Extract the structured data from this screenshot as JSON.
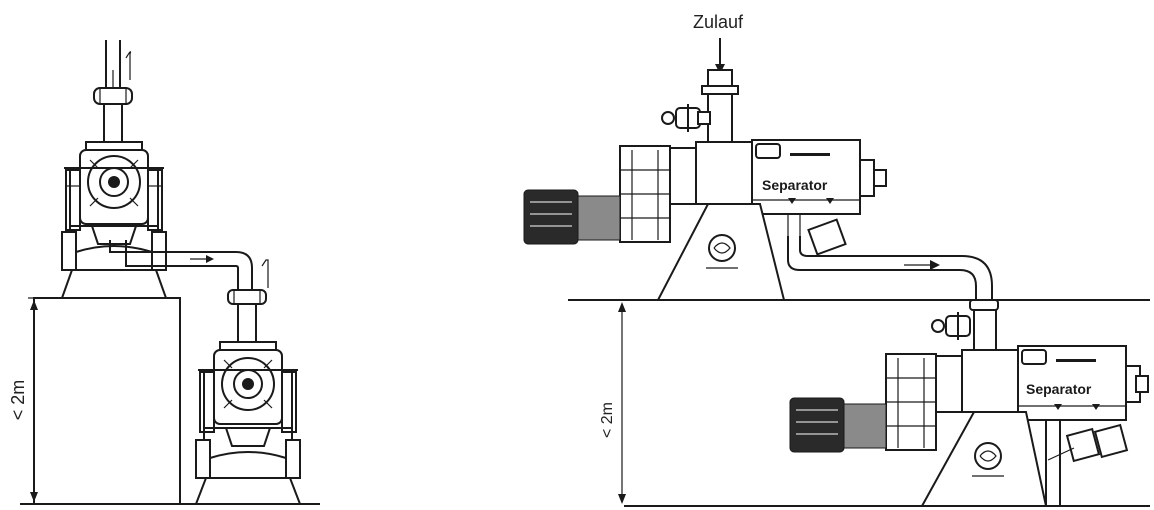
{
  "labels": {
    "inlet": "Zulauf",
    "height_left": "< 2m",
    "height_right": "< 2m",
    "separator_a": "Separator",
    "separator_b": "Separator"
  },
  "colors": {
    "ink": "#1a1a1a",
    "background": "#ffffff"
  }
}
